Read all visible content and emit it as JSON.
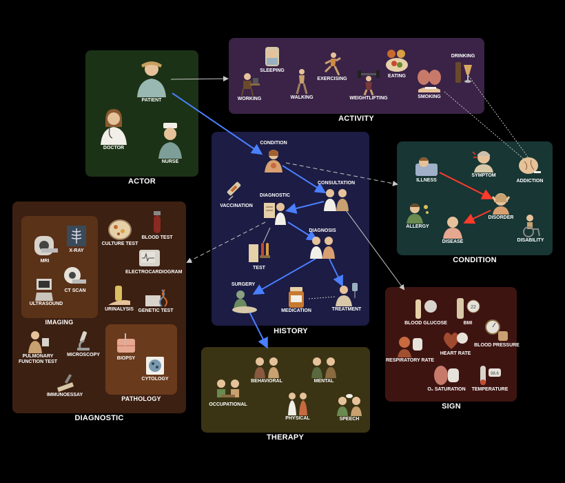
{
  "colors": {
    "actor": "#1c3216",
    "activity": "#3a2346",
    "history": "#1c1c44",
    "condition": "#173634",
    "diagnostic": "#3c2012",
    "imaging": "#5a3218",
    "pathology": "#6a3a1c",
    "therapy": "#3a3414",
    "sign": "#3e1411",
    "edge_blue": "#4a7fff",
    "edge_red": "#ff3a2a",
    "edge_gray": "#c8c8c8",
    "icon_skin": "#e6c29a",
    "icon_dark": "#7a5a3a"
  },
  "panels": {
    "actor": "ACTOR",
    "activity": "ACTIVITY",
    "history": "HISTORY",
    "condition": "CONDITION",
    "diagnostic": "DIAGNOSTIC",
    "imaging": "IMAGING",
    "pathology": "PATHOLOGY",
    "therapy": "THERAPY",
    "sign": "SIGN"
  },
  "nodes": {
    "patient": "PATIENT",
    "doctor": "DOCTOR",
    "nurse": "NURSE",
    "sleeping": "SLEEPING",
    "working": "WORKING",
    "walking": "WALKING",
    "exercising": "EXERCISING",
    "weightlifting": "WEIGHTLIFTING",
    "eating": "EATING",
    "smoking": "SMOKING",
    "drinking": "DRINKING",
    "condition": "CONDITION",
    "consultation": "CONSULTATION",
    "vaccination": "VACCINATION",
    "diagnostic": "DIAGNOSTIC",
    "diagnosis": "DIAGNOSIS",
    "test": "TEST",
    "surgery": "SURGERY",
    "medication": "MEDICATION",
    "treatment": "TREATMENT",
    "illness": "ILLNESS",
    "symptom": "SYMPTOM",
    "addiction": "ADDICTION",
    "allergy": "ALLERGY",
    "disorder": "DISORDER",
    "disease": "DISEASE",
    "disability": "DISABILITY",
    "mri": "MRI",
    "xray": "X-RAY",
    "ultrasound": "ULTRASOUND",
    "ctscan": "CT SCAN",
    "culture": "CULTURE TEST",
    "bloodtest": "BLOOD TEST",
    "ecg": "ELECTROCARDIOGRAM",
    "urinalysis": "URINALYSIS",
    "genetic": "GENETIC TEST",
    "pulmonary": "PULMONARY FUNCTION TEST",
    "microscopy": "MICROSCOPY",
    "immunoessay": "IMMUNOESSAY",
    "biopsy": "BIOPSY",
    "cytology": "CYTOLOGY",
    "occupational": "OCCUPATIONAL",
    "behavioral": "BEHAVIORAL",
    "mental": "MENTAL",
    "physical": "PHYSICAL",
    "speech": "SPEECH",
    "bloodglucose": "BLOOD GLUCOSE",
    "bmi": "BMI",
    "respiratory": "RESPIRATORY RATE",
    "heartrate": "HEART RATE",
    "bloodpressure": "BLOOD PRESSURE",
    "o2": "O₂ SATURATION",
    "temperature": "TEMPERATURE"
  },
  "icon_text": {
    "bmi_dial": "22",
    "temp_dial": "98.6"
  }
}
